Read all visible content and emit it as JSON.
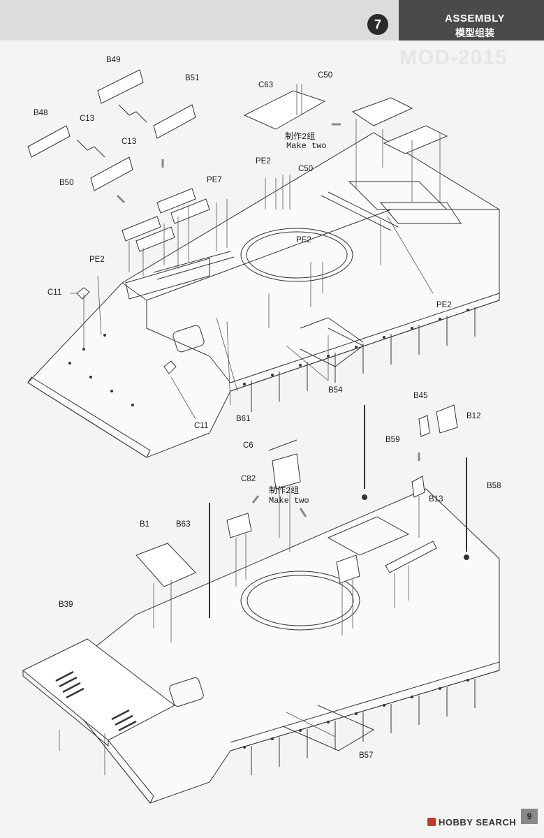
{
  "header": {
    "step_number": "7",
    "title_en": "ASSEMBLY",
    "title_cn": "模型组装",
    "background_text": "MOD-2015"
  },
  "upper_diagram": {
    "part_labels": [
      "B49",
      "B51",
      "B48",
      "C13",
      "C13",
      "C63",
      "C50",
      "B50",
      "PE2",
      "C50",
      "PE7",
      "PE2",
      "PE2",
      "C11",
      "PE2",
      "C11",
      "B61",
      "B54"
    ],
    "note_cn": "制作2组",
    "note_en": "Make two"
  },
  "lower_diagram": {
    "part_labels": [
      "B45",
      "B12",
      "C6",
      "B59",
      "C82",
      "B58",
      "B13",
      "B63",
      "B1",
      "B39",
      "B57"
    ],
    "note_cn": "制作2组",
    "note_en": "Make two"
  },
  "footer": {
    "watermark": "HOBBY SEARCH",
    "page_number": "9"
  }
}
